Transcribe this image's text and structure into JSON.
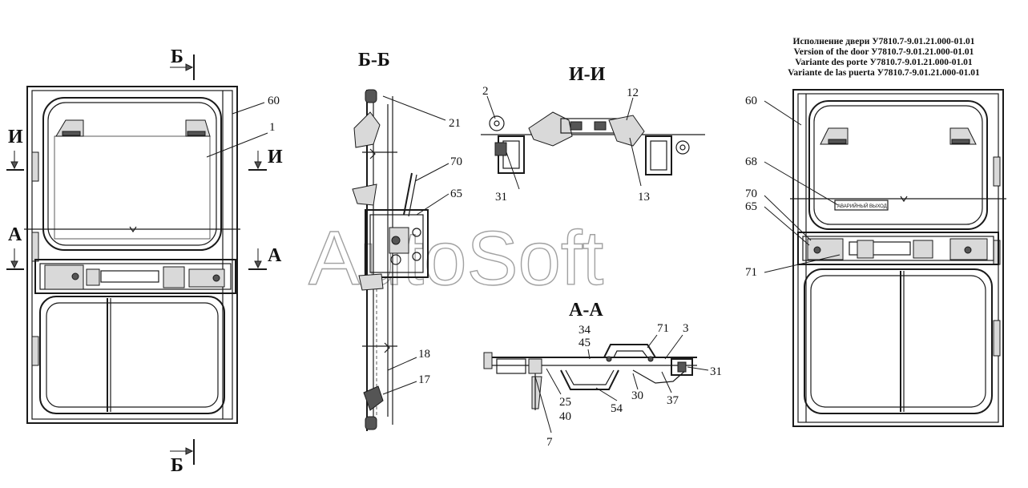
{
  "watermark": "AutoSoft",
  "header_lines": [
    "Исполнение двери У7810.7-9.01.21.000-01.01",
    "Version of the door У7810.7-9.01.21.000-01.01",
    "Variante des porte У7810.7-9.01.21.000-01.01",
    "Variante de las puerta У7810.7-9.01.21.000-01.01"
  ],
  "section_titles": {
    "bb": "Б-Б",
    "ii": "И-И",
    "aa": "А-А"
  },
  "section_marks": {
    "b_top": "Б",
    "b_bottom": "Б",
    "i_left": "И",
    "i_right": "И",
    "a_left": "А",
    "a_right": "А"
  },
  "sign_plate_text": "АВАРИЙНЫЙ ВЫХОД",
  "callouts": {
    "left_door": [
      "60",
      "1"
    ],
    "section_bb": [
      "21",
      "70",
      "65",
      "18",
      "17"
    ],
    "section_ii": [
      "2",
      "12",
      "31",
      "13"
    ],
    "section_aa": [
      "34",
      "45",
      "71",
      "3",
      "31",
      "25",
      "40",
      "54",
      "30",
      "37",
      "7"
    ],
    "right_door": [
      "60",
      "68",
      "70",
      "65",
      "71"
    ]
  }
}
